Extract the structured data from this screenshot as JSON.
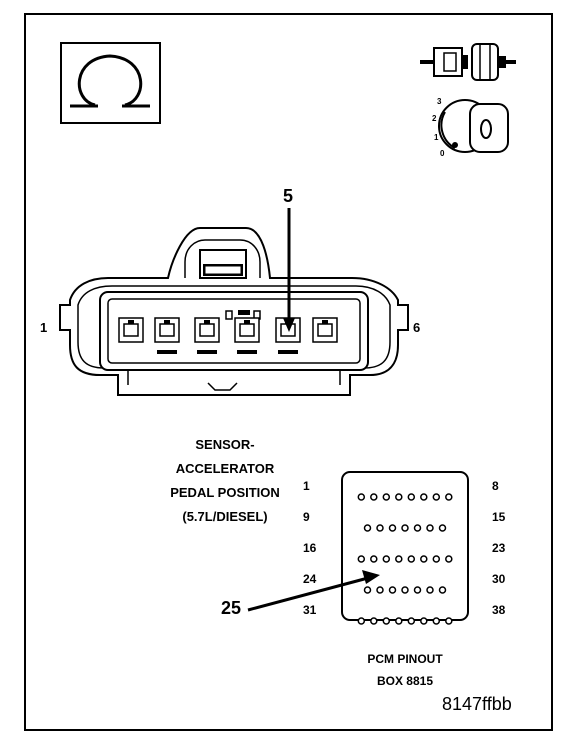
{
  "header_icons": {
    "ohm_symbol_icon": "ohmmeter-icon",
    "connector_icon": "disconnected-connector-icon",
    "ignition_icon": "ignition-key-switch-icon",
    "ignition_positions": [
      "3",
      "2",
      "1",
      "0"
    ]
  },
  "connector": {
    "callout_number": "5",
    "left_pin_label": "1",
    "right_pin_label": "6",
    "caption_lines": [
      "SENSOR-",
      "ACCELERATOR",
      "PEDAL POSITION",
      "(5.7L/DIESEL)"
    ]
  },
  "breakout_box": {
    "row_start_labels": [
      "1",
      "9",
      "16",
      "24",
      "31"
    ],
    "row_end_labels": [
      "8",
      "15",
      "23",
      "30",
      "38"
    ],
    "pins_per_row": [
      8,
      7,
      8,
      7,
      8
    ],
    "callout_number": "25",
    "caption_lines": [
      "PCM PINOUT",
      "BOX 8815"
    ]
  },
  "figure_id": "8147ffbb"
}
